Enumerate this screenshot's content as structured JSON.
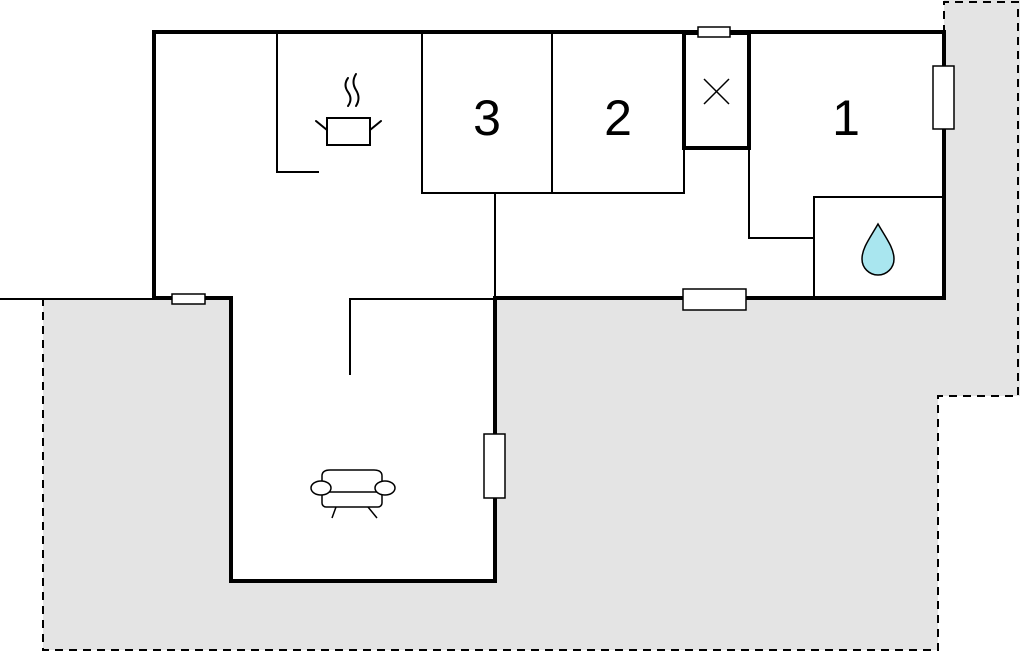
{
  "floorplan": {
    "rooms": [
      {
        "id": "bedroom-3",
        "label": "3"
      },
      {
        "id": "bedroom-2",
        "label": "2"
      },
      {
        "id": "bedroom-1",
        "label": "1"
      }
    ],
    "icons": [
      "cooking-pot-icon",
      "toilet-x-icon",
      "water-drop-icon",
      "sofa-icon"
    ],
    "colors": {
      "wall": "#000000",
      "terrace": "#e4e4e4",
      "water": "#a9e6ef",
      "background": "#ffffff"
    }
  }
}
